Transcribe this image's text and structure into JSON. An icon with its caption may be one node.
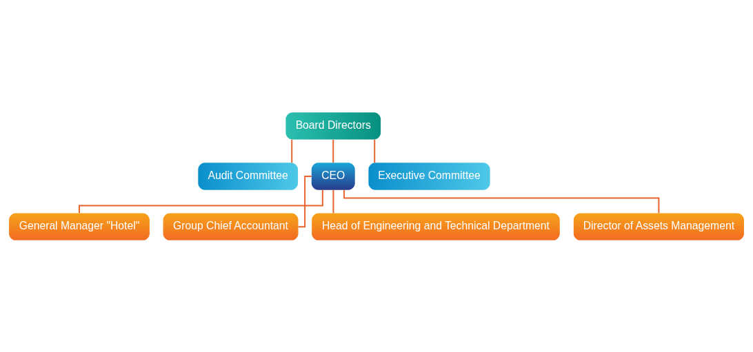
{
  "diagram": {
    "nodes": [
      {
        "text": [
          "Board Directors"
        ]
      },
      {
        "text": [
          "Audit Committee"
        ]
      },
      {
        "text": [
          "CEO"
        ]
      },
      {
        "text": [
          "Executive Committee"
        ]
      },
      {
        "text": [
          "General Manager \"Hotel\""
        ]
      },
      {
        "text": [
          "Group Chief Accountant"
        ]
      },
      {
        "text": [
          "Head of Engineering and Technical Department"
        ]
      },
      {
        "text": [
          "Director of Assets Management"
        ]
      }
    ],
    "edges": [
      {
        "from": 0,
        "to": 1,
        "arrow": "none"
      },
      {
        "from": 0,
        "to": 2,
        "arrow": "none"
      },
      {
        "from": 0,
        "to": 3,
        "arrow": "none"
      },
      {
        "from": 2,
        "to": 4,
        "arrow": "none"
      },
      {
        "from": 2,
        "to": 5,
        "arrow": "none"
      },
      {
        "from": 2,
        "to": 6,
        "arrow": "none"
      },
      {
        "from": 2,
        "to": 7,
        "arrow": "none"
      }
    ]
  }
}
